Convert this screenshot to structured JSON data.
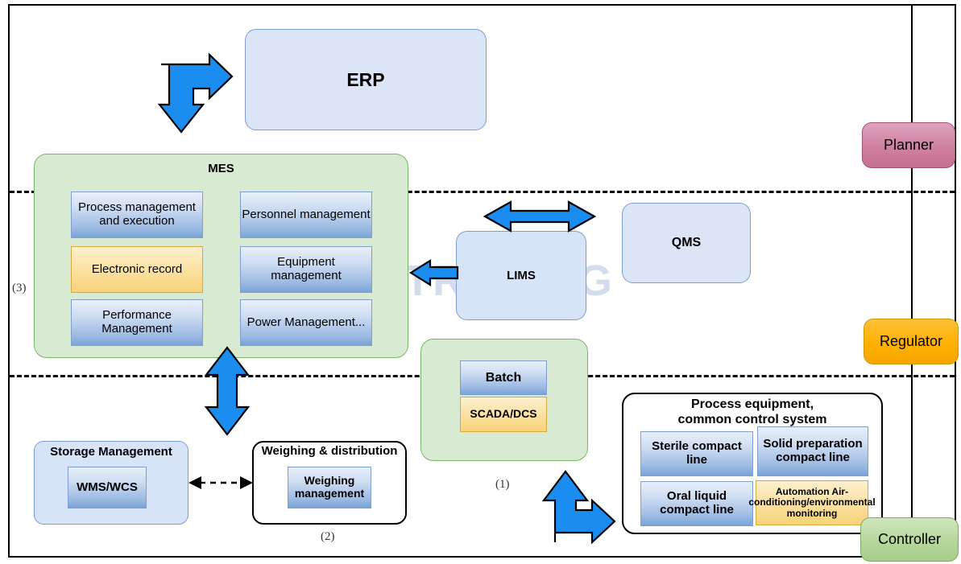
{
  "diagram": {
    "watermark": "TRUKING",
    "erp": {
      "label": "ERP"
    },
    "qms": {
      "label": "QMS"
    },
    "lims": {
      "label": "LIMS"
    },
    "mes": {
      "title": "MES",
      "tiles": [
        {
          "label": "Process management and execution",
          "color": "blue"
        },
        {
          "label": "Personnel management",
          "color": "blue"
        },
        {
          "label": "Electronic record",
          "color": "amber"
        },
        {
          "label": "Equipment management",
          "color": "blue"
        },
        {
          "label": "Performance Management",
          "color": "blue"
        },
        {
          "label": "Power Management...",
          "color": "blue"
        }
      ]
    },
    "batch_group": {
      "batch": "Batch",
      "scada": "SCADA/DCS"
    },
    "storage": {
      "title": "Storage Management",
      "tile": "WMS/WCS"
    },
    "weighing": {
      "title": "Weighing & distribution",
      "tile": "Weighing management"
    },
    "process_equipment": {
      "title": "Process equipment, common control system",
      "title_line1": "Process equipment,",
      "title_line2": "common control system",
      "tiles": [
        {
          "label": "Sterile compact line",
          "color": "blue"
        },
        {
          "label": "Solid preparation compact line",
          "color": "blue"
        },
        {
          "label": "Oral liquid compact line",
          "color": "blue"
        },
        {
          "label": "Automation Air-conditioning/environmental monitoring",
          "color": "amber"
        }
      ]
    },
    "roles": [
      {
        "label": "Planner",
        "color": "#cf819f"
      },
      {
        "label": "Regulator",
        "color": "#ffb000"
      },
      {
        "label": "Controller",
        "color": "#b5d79b"
      }
    ],
    "ref_labels": [
      {
        "label": "(1)"
      },
      {
        "label": "(2)"
      },
      {
        "label": "(3)"
      }
    ],
    "colors": {
      "green_container": "#d9ead3",
      "green_border": "#76b865",
      "blue_fill": "#dbe5f5",
      "blue_border": "#7f9fd0",
      "amber_fill": "#f8d377",
      "arrow_blue": "#1b8df0",
      "watermark": "#d3dcea"
    }
  }
}
